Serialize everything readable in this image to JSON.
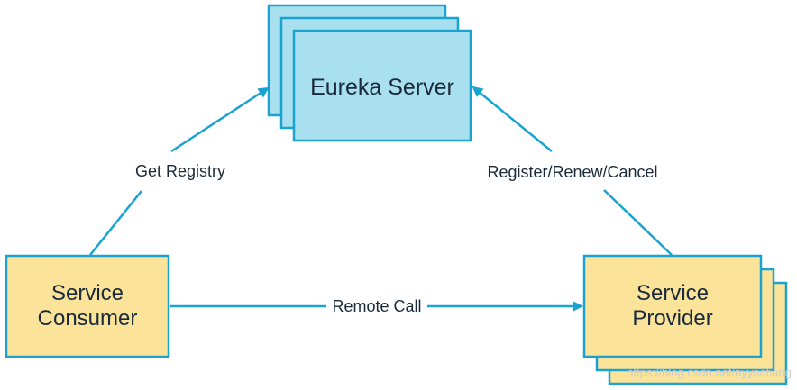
{
  "nodes": {
    "eureka_server": {
      "label": "Eureka Server"
    },
    "service_consumer": {
      "line1": "Service",
      "line2": "Consumer"
    },
    "service_provider": {
      "line1": "Service",
      "line2": "Provider"
    }
  },
  "edges": {
    "get_registry": {
      "label": "Get Registry"
    },
    "register": {
      "label": "Register/Renew/Cancel"
    },
    "remote_call": {
      "label": "Remote Call"
    }
  },
  "watermark": "https://blog.csdn.net/nyyndtiang",
  "colors": {
    "server_fill": "#a8e0f0",
    "server_stroke": "#1aa3d1",
    "service_fill": "#fbe49a",
    "service_stroke": "#1aa3d1",
    "arrow": "#1aa3d1",
    "text": "#1b2a3a"
  }
}
